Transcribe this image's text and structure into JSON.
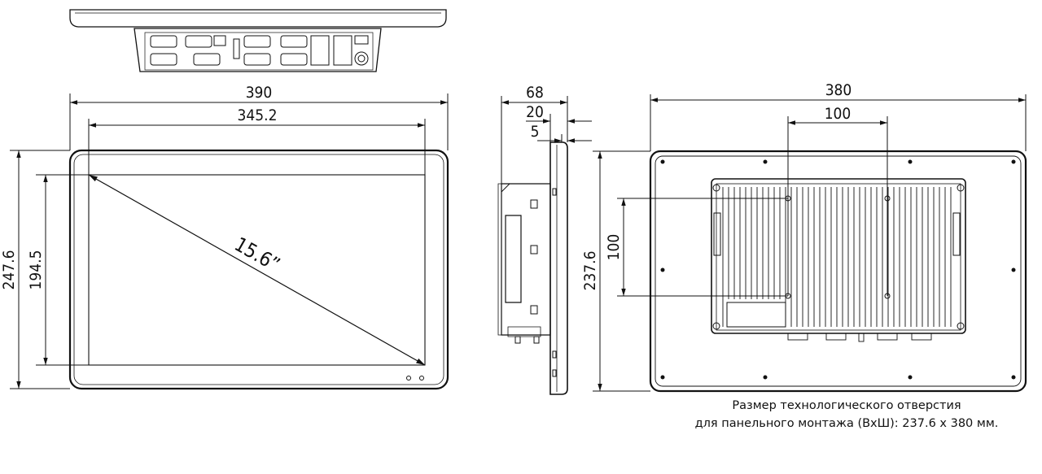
{
  "front_view": {
    "width_outer": "390",
    "width_screen": "345.2",
    "height_outer": "247.6",
    "height_screen": "194.5",
    "diagonal": "15.6”"
  },
  "side_view": {
    "depth_total": "68",
    "depth_bezel": "20",
    "depth_front": "5"
  },
  "rear_view": {
    "width_outer": "380",
    "mount_width": "100",
    "height_outer": "237.6",
    "mount_height": "100"
  },
  "caption": {
    "line1": "Размер технологического отверстия",
    "line2": "для панельного монтажа (ВхШ): 237.6 х 380 мм."
  }
}
